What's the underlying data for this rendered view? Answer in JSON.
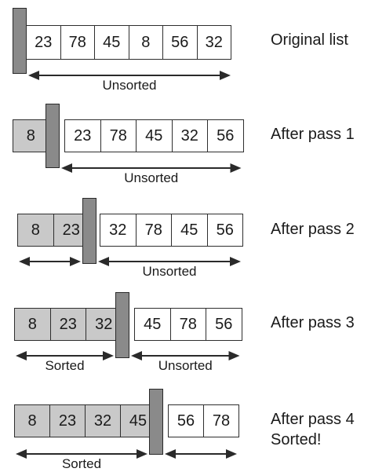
{
  "passes": [
    {
      "label": [
        "Original list"
      ],
      "values": [
        "23",
        "78",
        "45",
        "8",
        "56",
        "32"
      ],
      "sorted_count": 0,
      "arrows": [
        {
          "text": "Unsorted",
          "covers": [
            0,
            6
          ]
        }
      ]
    },
    {
      "label": [
        "After pass 1"
      ],
      "values": [
        "8",
        "23",
        "78",
        "45",
        "32",
        "56"
      ],
      "sorted_count": 1,
      "arrows": [
        {
          "text": "Unsorted",
          "covers": [
            1,
            6
          ]
        }
      ]
    },
    {
      "label": [
        "After pass 2"
      ],
      "values": [
        "8",
        "23",
        "32",
        "78",
        "45",
        "56"
      ],
      "sorted_count": 2,
      "arrows": [
        {
          "text": "",
          "covers": [
            0,
            2
          ]
        },
        {
          "text": "Unsorted",
          "covers": [
            2,
            6
          ]
        }
      ]
    },
    {
      "label": [
        "After pass 3"
      ],
      "values": [
        "8",
        "23",
        "32",
        "45",
        "78",
        "56"
      ],
      "sorted_count": 3,
      "arrows": [
        {
          "text": "Sorted",
          "covers": [
            0,
            3
          ]
        },
        {
          "text": "Unsorted",
          "covers": [
            3,
            6
          ]
        }
      ]
    },
    {
      "label": [
        "After pass 4",
        "Sorted!"
      ],
      "values": [
        "8",
        "23",
        "32",
        "45",
        "56",
        "78"
      ],
      "sorted_count": 4,
      "arrows": [
        {
          "text": "Sorted",
          "covers": [
            0,
            4
          ]
        },
        {
          "text": "",
          "covers": [
            4,
            6
          ]
        }
      ]
    }
  ],
  "colors": {
    "sorted_cell": "#c9c9c9",
    "unsorted_cell": "#ffffff",
    "divider": "#8a8a8a",
    "line": "#2a2a2a"
  }
}
